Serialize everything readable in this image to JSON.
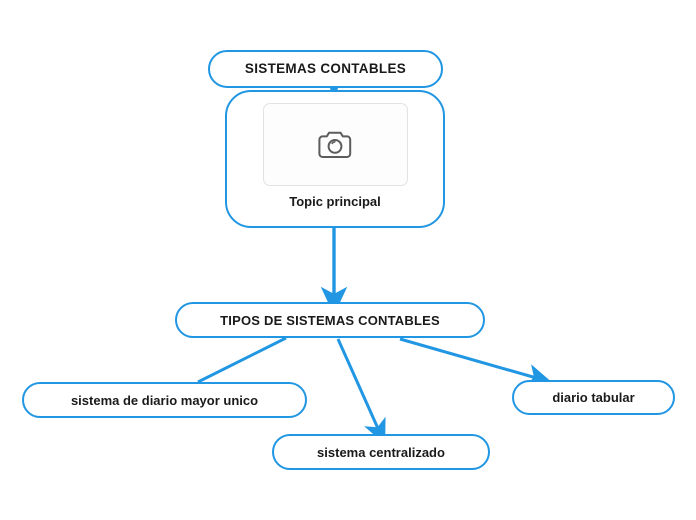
{
  "diagram": {
    "type": "mind-map",
    "background_color": "#ffffff",
    "accent_color": "#2196e3",
    "node_text_color": "#1a1a1a",
    "root": {
      "label": "SISTEMAS CONTABLES"
    },
    "central": {
      "caption": "Topic principal",
      "image_placeholder_icon": "camera-icon"
    },
    "branch": {
      "label": "TIPOS DE SISTEMAS CONTABLES"
    },
    "leaves": [
      {
        "label": "sistema de diario mayor unico"
      },
      {
        "label": "sistema centralizado"
      },
      {
        "label": "diario tabular"
      }
    ]
  }
}
